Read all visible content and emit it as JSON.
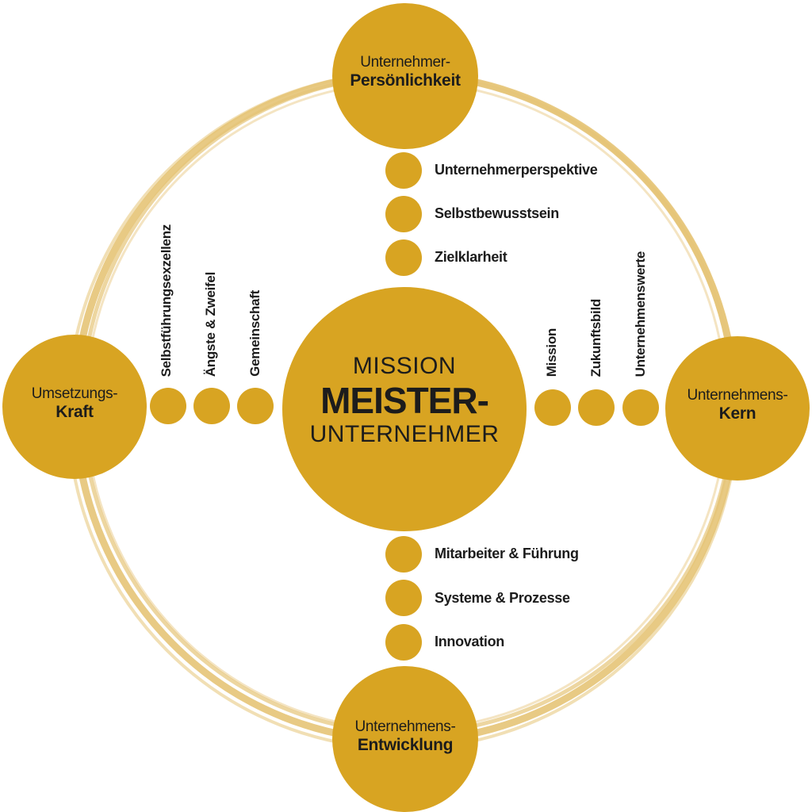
{
  "colors": {
    "node": "#d8a422",
    "ring": "#e6c477",
    "text": "#1c1c1c"
  },
  "center": {
    "line1": "MISSION",
    "line2": "MEISTER-",
    "line3": "UNTERNEHMER"
  },
  "nodes": {
    "top": {
      "line1": "Unternehmer-",
      "line2": "Persönlichkeit"
    },
    "left": {
      "line1": "Umsetzungs-",
      "line2": "Kraft"
    },
    "right": {
      "line1": "Unternehmens-",
      "line2": "Kern"
    },
    "bottom": {
      "line1": "Unternehmens-",
      "line2": "Entwicklung"
    }
  },
  "branches": {
    "top": [
      "Unternehmerperspektive",
      "Selbstbewusstsein",
      "Zielklarheit"
    ],
    "left": [
      "Selbstführungsexzellenz",
      "Ängste & Zweifel",
      "Gemeinschaft"
    ],
    "right": [
      "Mission",
      "Zukunftsbild",
      "Unternehmenswerte"
    ],
    "bottom": [
      "Mitarbeiter & Führung",
      "Systeme & Prozesse",
      "Innovation"
    ]
  }
}
